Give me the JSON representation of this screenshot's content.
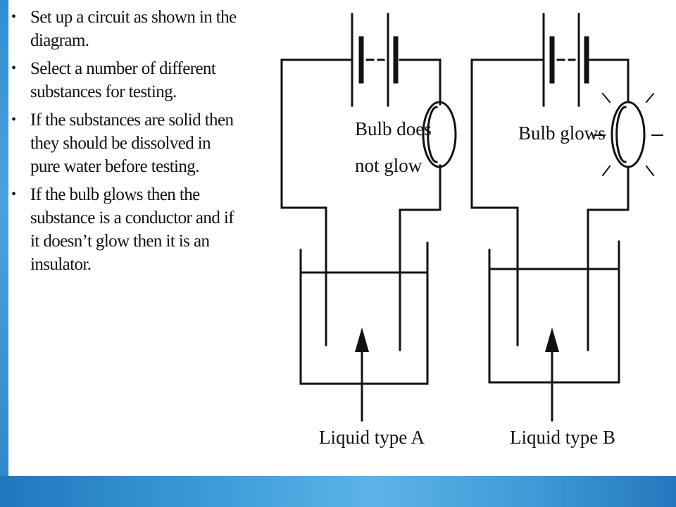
{
  "bullets": [
    "Set up a circuit as shown in the diagram.",
    "Select a number of different substances for testing.",
    "If the substances are solid then they should be dissolved in pure water before testing.",
    "If the bulb glows then the substance is a conductor and if it doesn’t glow then it is an insulator."
  ],
  "bullet_symbol": "•",
  "diagram": {
    "circuit_a": {
      "bulb_label_line1": "Bulb does",
      "bulb_label_line2": "not glow",
      "liquid_label": "Liquid type A"
    },
    "circuit_b": {
      "bulb_label": "Bulb glows",
      "liquid_label": "Liquid type B"
    }
  },
  "colors": {
    "accent_blue": "#2f8fd0",
    "line": "#111111"
  }
}
